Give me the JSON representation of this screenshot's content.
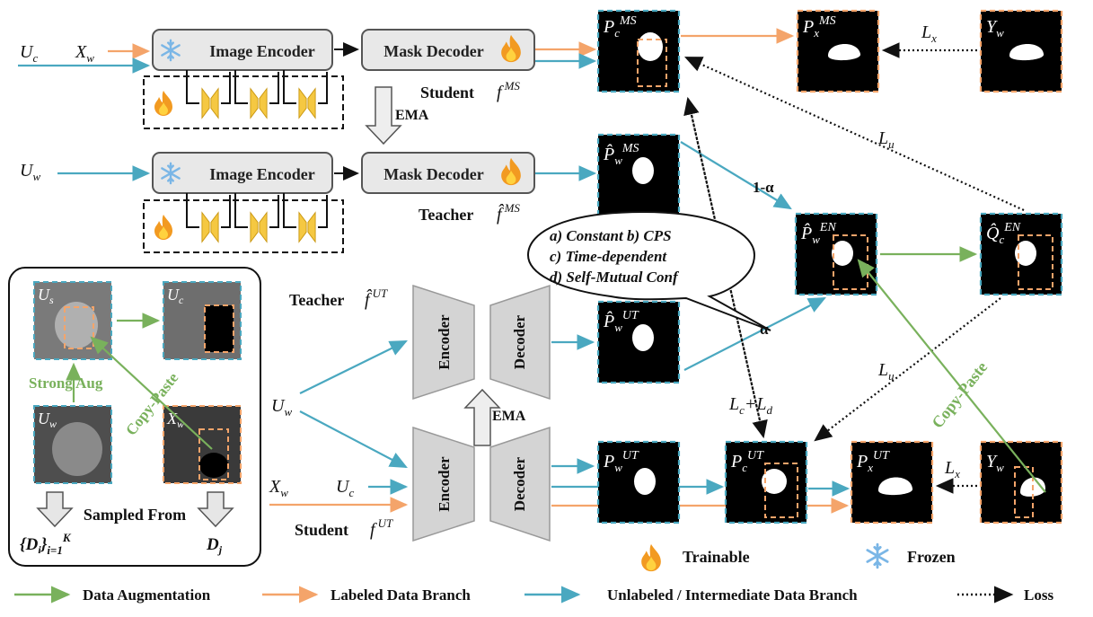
{
  "student_ms": {
    "encoder_label": "Image Encoder",
    "decoder_label": "Mask Decoder",
    "role": "Student",
    "symbol": "f",
    "superscript": "MS",
    "input_labeled": "X",
    "input_labeled_sub": "w",
    "input_unlabeled": "U",
    "input_unlabeled_sub": "c"
  },
  "teacher_ms": {
    "encoder_label": "Image Encoder",
    "decoder_label": "Mask Decoder",
    "role": "Teacher",
    "symbol": "f̂",
    "superscript": "MS",
    "input": "U",
    "input_sub": "w"
  },
  "ema_top": "EMA",
  "ema_bottom": "EMA",
  "teacher_ut": {
    "role": "Teacher",
    "symbol": "f̂",
    "superscript": "UT"
  },
  "student_ut": {
    "role": "Student",
    "symbol": "f",
    "superscript": "UT"
  },
  "ut_inputs": {
    "uw": "U",
    "uw_sub": "w",
    "xw": "X",
    "xw_sub": "w",
    "uc": "U",
    "uc_sub": "c"
  },
  "encoder_label": "Encoder",
  "decoder_label": "Decoder",
  "predictions": {
    "pc_ms": {
      "base": "P",
      "sub": "c",
      "sup": "MS"
    },
    "px_ms": {
      "base": "P",
      "sub": "x",
      "sup": "MS"
    },
    "yw_top": {
      "base": "Y",
      "sub": "w"
    },
    "pw_ms_hat": {
      "base": "P̂",
      "sub": "w",
      "sup": "MS"
    },
    "pw_en": {
      "base": "P̂",
      "sub": "w",
      "sup": "EN"
    },
    "qc_en": {
      "base": "Q̂",
      "sub": "c",
      "sup": "EN"
    },
    "pw_ut_hat": {
      "base": "P̂",
      "sub": "w",
      "sup": "UT"
    },
    "pw_ut": {
      "base": "P",
      "sub": "w",
      "sup": "UT"
    },
    "pc_ut": {
      "base": "P",
      "sub": "c",
      "sup": "UT"
    },
    "px_ut": {
      "base": "P",
      "sub": "x",
      "sup": "UT"
    },
    "yw_bottom": {
      "base": "Y",
      "sub": "w"
    }
  },
  "losses": {
    "lx_top": {
      "base": "L",
      "sub": "x"
    },
    "lu_top": {
      "base": "L",
      "sub": "u"
    },
    "lu_mid": {
      "base": "L",
      "sub": "u"
    },
    "lx_bottom": {
      "base": "L",
      "sub": "x"
    },
    "lc_ld": {
      "a": "L",
      "a_sub": "c",
      "plus": "+",
      "b": "L",
      "b_sub": "d"
    }
  },
  "weights": {
    "one_minus_alpha": "1-α",
    "alpha": "α"
  },
  "fusion_options": [
    "a) Constant  b) CPS",
    "c) Time-dependent",
    "d) Self-Mutual Conf"
  ],
  "aug_panel": {
    "us": "U",
    "us_sub": "s",
    "uc": "U",
    "uc_sub": "c",
    "uw": "U",
    "uw_sub": "w",
    "xw": "X",
    "xw_sub": "w",
    "strong_aug": "Strong Aug",
    "copy_paste": "Copy-Paste",
    "sampled_from": "Sampled From",
    "di_set": "{D",
    "di_sub": "i",
    "di_close": "}",
    "di_range": "i=1",
    "di_sup": "K",
    "dj": "D",
    "dj_sub": "j"
  },
  "copy_paste_right": "Copy-Paste",
  "legend_icons": {
    "trainable": "Trainable",
    "frozen": "Frozen"
  },
  "legend": [
    {
      "label": "Data Augmentation",
      "color": "#79b15c"
    },
    {
      "label": "Labeled Data Branch",
      "color": "#f4a46a"
    },
    {
      "label": "Unlabeled / Intermediate Data Branch",
      "color": "#4aa8c0"
    },
    {
      "label": "Loss",
      "color": "#111111"
    }
  ],
  "colors": {
    "orange": "#f4a46a",
    "blue": "#4aa8c0",
    "green": "#79b15c",
    "box_fill": "#e8e8e8",
    "trapezoid": "#d4d4d4",
    "adapter": "#f5c842"
  }
}
